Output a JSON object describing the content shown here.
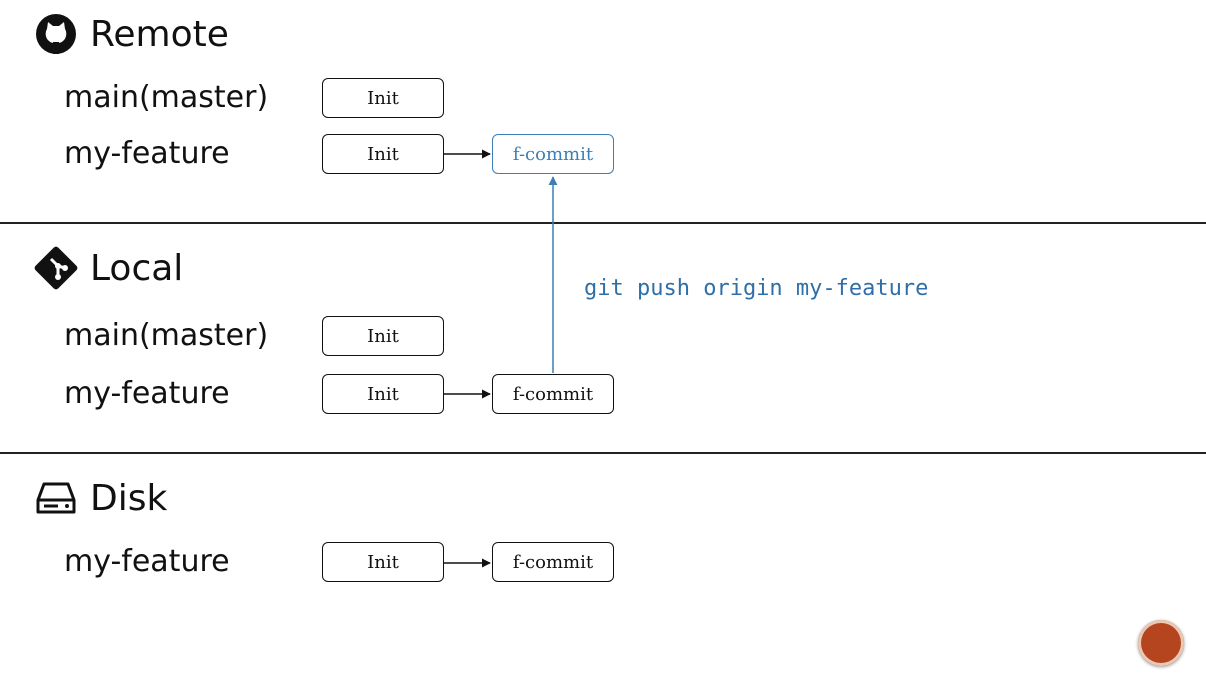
{
  "remote": {
    "title": "Remote",
    "icon": "github-icon",
    "branches": [
      {
        "name": "main(master)",
        "commits": [
          "Init"
        ]
      },
      {
        "name": "my-feature",
        "commits": [
          "Init",
          "f-commit"
        ]
      }
    ]
  },
  "local": {
    "title": "Local",
    "icon": "git-icon",
    "branches": [
      {
        "name": "main(master)",
        "commits": [
          "Init"
        ]
      },
      {
        "name": "my-feature",
        "commits": [
          "Init",
          "f-commit"
        ]
      }
    ]
  },
  "disk": {
    "title": "Disk",
    "icon": "hard-drive-icon",
    "branches": [
      {
        "name": "my-feature",
        "commits": [
          "Init",
          "f-commit"
        ]
      }
    ]
  },
  "command": "git push origin my-feature",
  "colors": {
    "accent": "#3c7fb8",
    "command": "#2f6fa8",
    "line": "#111111",
    "logo": "#b4451f"
  }
}
